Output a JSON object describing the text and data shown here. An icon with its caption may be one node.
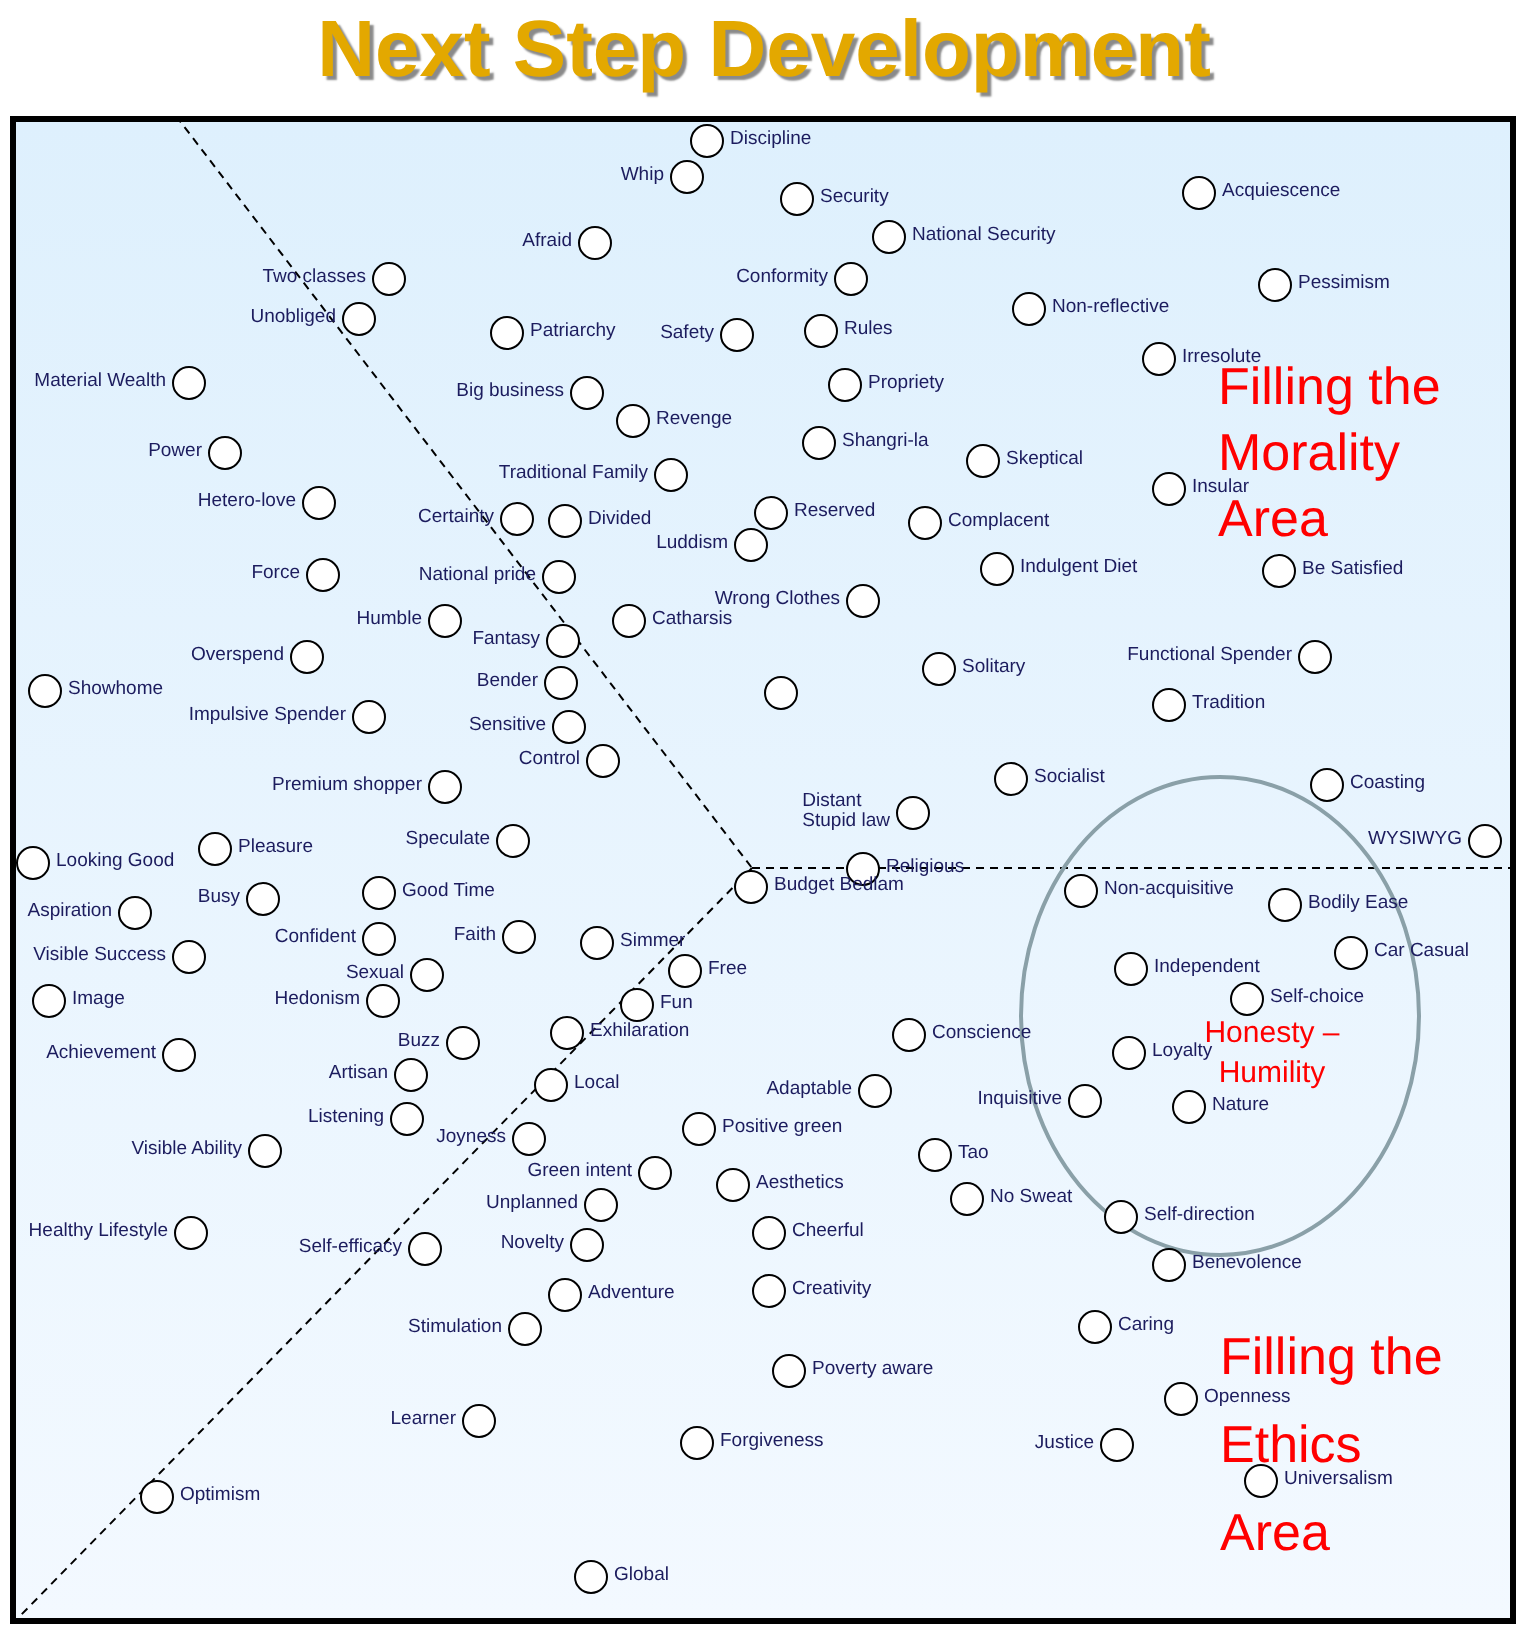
{
  "diagram": {
    "title": "Next Step Development",
    "nodes": [
      {
        "text": [
          "Honesty – Humility"
        ]
      },
      {
        "text": [],
        "shape": "circle",
        "beside": [
          "Discipline"
        ]
      },
      {
        "text": [],
        "shape": "circle",
        "beside": [
          "Whip"
        ]
      },
      {
        "text": [],
        "shape": "circle",
        "beside": [
          "Security"
        ]
      },
      {
        "text": [],
        "shape": "circle",
        "beside": [
          "Acquiescence"
        ]
      },
      {
        "text": [],
        "shape": "circle",
        "beside": [
          "National Security"
        ]
      },
      {
        "text": [],
        "shape": "circle",
        "beside": [
          "Two classes"
        ]
      },
      {
        "text": [],
        "shape": "circle",
        "beside": [
          "Afraid"
        ]
      },
      {
        "text": [],
        "shape": "circle",
        "beside": [
          "Conformity"
        ]
      },
      {
        "text": [],
        "shape": "circle",
        "beside": [
          "Pessimism"
        ]
      },
      {
        "text": [],
        "shape": "circle",
        "beside": [
          "Unobliged"
        ]
      },
      {
        "text": [],
        "shape": "circle",
        "beside": [
          "Patriarchy"
        ]
      },
      {
        "text": [],
        "shape": "circle",
        "beside": [
          "Safety"
        ]
      },
      {
        "text": [],
        "shape": "circle",
        "beside": [
          "Rules"
        ]
      },
      {
        "text": [],
        "shape": "circle",
        "beside": [
          "Non-reflective"
        ]
      },
      {
        "text": [],
        "shape": "circle",
        "beside": [
          "Irresolute"
        ]
      },
      {
        "text": [],
        "shape": "circle",
        "beside": [
          "Material Wealth"
        ]
      },
      {
        "text": [],
        "shape": "circle",
        "beside": [
          "Big business"
        ]
      },
      {
        "text": [],
        "shape": "circle",
        "beside": [
          "Propriety"
        ]
      },
      {
        "text": [],
        "shape": "circle",
        "beside": [
          "Revenge"
        ]
      },
      {
        "text": [],
        "shape": "circle",
        "beside": [
          "Shangri-la"
        ]
      },
      {
        "text": [],
        "shape": "circle",
        "beside": [
          "Skeptical"
        ]
      },
      {
        "text": [],
        "shape": "circle",
        "beside": [
          "Power"
        ]
      },
      {
        "text": [],
        "shape": "circle",
        "beside": [
          "Traditional Family"
        ]
      },
      {
        "text": [],
        "shape": "circle",
        "beside": [
          "Insular"
        ]
      },
      {
        "text": [],
        "shape": "circle",
        "beside": [
          "Hetero-love"
        ]
      },
      {
        "text": [],
        "shape": "circle",
        "beside": [
          "Certainty"
        ]
      },
      {
        "text": [],
        "shape": "circle",
        "beside": [
          "Divided"
        ]
      },
      {
        "text": [],
        "shape": "circle",
        "beside": [
          "Reserved"
        ]
      },
      {
        "text": [],
        "shape": "circle",
        "beside": [
          "Complacent"
        ]
      },
      {
        "text": [],
        "shape": "circle",
        "beside": [
          "Luddism"
        ]
      },
      {
        "text": [],
        "shape": "circle",
        "beside": [
          "Indulgent Diet"
        ]
      },
      {
        "text": [],
        "shape": "circle",
        "beside": [
          "Be Satisfied"
        ]
      },
      {
        "text": [],
        "shape": "circle",
        "beside": [
          "Force"
        ]
      },
      {
        "text": [],
        "shape": "circle",
        "beside": [
          "National pride"
        ]
      },
      {
        "text": [],
        "shape": "circle",
        "beside": [
          "Wrong Clothes"
        ]
      },
      {
        "text": [],
        "shape": "circle",
        "beside": [
          "Humble"
        ]
      },
      {
        "text": [],
        "shape": "circle",
        "beside": [
          "Catharsis"
        ]
      },
      {
        "text": [],
        "shape": "circle",
        "beside": [
          "Fantasy"
        ]
      },
      {
        "text": [],
        "shape": "circle",
        "beside": [
          "Overspend"
        ]
      },
      {
        "text": [],
        "shape": "circle",
        "beside": [
          "Solitary"
        ]
      },
      {
        "text": [],
        "shape": "circle",
        "beside": [
          "Functional Spender"
        ]
      },
      {
        "text": [],
        "shape": "circle",
        "beside": [
          "Showhome"
        ]
      },
      {
        "text": [],
        "shape": "circle"
      },
      {
        "text": [],
        "shape": "circle",
        "beside": [
          "Bender"
        ]
      },
      {
        "text": [],
        "shape": "circle",
        "beside": [
          "Tradition"
        ]
      },
      {
        "text": [],
        "shape": "circle",
        "beside": [
          "Impulsive Spender"
        ]
      },
      {
        "text": [],
        "shape": "circle",
        "beside": [
          "Sensitive"
        ]
      },
      {
        "text": [],
        "shape": "circle",
        "beside": [
          "Control"
        ]
      },
      {
        "text": [],
        "shape": "circle",
        "beside": [
          "Premium shopper"
        ]
      },
      {
        "text": [],
        "shape": "circle",
        "beside": [
          "Socialist"
        ]
      },
      {
        "text": [],
        "shape": "circle",
        "beside": [
          "Coasting"
        ]
      },
      {
        "text": [],
        "shape": "circle",
        "beside": [
          "Distant",
          "Stupid law"
        ]
      },
      {
        "text": [],
        "shape": "circle",
        "beside": [
          "WYSIWYG"
        ]
      },
      {
        "text": [],
        "shape": "circle",
        "beside": [
          "Speculate"
        ]
      },
      {
        "text": [],
        "shape": "circle",
        "beside": [
          "Looking Good"
        ]
      },
      {
        "text": [],
        "shape": "circle",
        "beside": [
          "Pleasure"
        ]
      },
      {
        "text": [],
        "shape": "circle",
        "beside": [
          "Religious"
        ]
      },
      {
        "text": [],
        "shape": "circle",
        "beside": [
          "Budget Bedlam"
        ]
      },
      {
        "text": [],
        "shape": "circle",
        "beside": [
          "Non-acquisitive"
        ],
        "in": 0
      },
      {
        "text": [],
        "shape": "circle",
        "beside": [
          "Good Time"
        ]
      },
      {
        "text": [],
        "shape": "circle",
        "beside": [
          "Bodily Ease"
        ],
        "in": 0
      },
      {
        "text": [],
        "shape": "circle",
        "beside": [
          "Busy"
        ]
      },
      {
        "text": [],
        "shape": "circle",
        "beside": [
          "Aspiration"
        ]
      },
      {
        "text": [],
        "shape": "circle",
        "beside": [
          "Confident"
        ]
      },
      {
        "text": [],
        "shape": "circle",
        "beside": [
          "Faith"
        ]
      },
      {
        "text": [],
        "shape": "circle",
        "beside": [
          "Simmer"
        ]
      },
      {
        "text": [],
        "shape": "circle",
        "beside": [
          "Visible Success"
        ]
      },
      {
        "text": [],
        "shape": "circle",
        "beside": [
          "Car Casual"
        ],
        "in": 0
      },
      {
        "text": [],
        "shape": "circle",
        "beside": [
          "Sexual"
        ]
      },
      {
        "text": [],
        "shape": "circle",
        "beside": [
          "Independent"
        ],
        "in": 0
      },
      {
        "text": [],
        "shape": "circle",
        "beside": [
          "Free"
        ]
      },
      {
        "text": [],
        "shape": "circle",
        "beside": [
          "Image"
        ]
      },
      {
        "text": [],
        "shape": "circle",
        "beside": [
          "Hedonism"
        ]
      },
      {
        "text": [],
        "shape": "circle",
        "beside": [
          "Fun"
        ]
      },
      {
        "text": [],
        "shape": "circle",
        "beside": [
          "Self-choice"
        ],
        "in": 0
      },
      {
        "text": [],
        "shape": "circle",
        "beside": [
          "Buzz"
        ]
      },
      {
        "text": [],
        "shape": "circle",
        "beside": [
          "Achievement"
        ]
      },
      {
        "text": [],
        "shape": "circle",
        "beside": [
          "Exhilaration"
        ]
      },
      {
        "text": [],
        "shape": "circle",
        "beside": [
          "Conscience"
        ]
      },
      {
        "text": [],
        "shape": "circle",
        "beside": [
          "Loyalty"
        ],
        "in": 0
      },
      {
        "text": [],
        "shape": "circle",
        "beside": [
          "Artisan"
        ]
      },
      {
        "text": [],
        "shape": "circle",
        "beside": [
          "Local"
        ]
      },
      {
        "text": [],
        "shape": "circle",
        "beside": [
          "Adaptable"
        ]
      },
      {
        "text": [],
        "shape": "circle",
        "beside": [
          "Inquisitive"
        ],
        "in": 0
      },
      {
        "text": [],
        "shape": "circle",
        "beside": [
          "Nature"
        ],
        "in": 0
      },
      {
        "text": [],
        "shape": "circle",
        "beside": [
          "Listening"
        ]
      },
      {
        "text": [],
        "shape": "circle",
        "beside": [
          "Positive green"
        ]
      },
      {
        "text": [],
        "shape": "circle",
        "beside": [
          "Joyness"
        ]
      },
      {
        "text": [],
        "shape": "circle",
        "beside": [
          "Visible Ability"
        ]
      },
      {
        "text": [],
        "shape": "circle",
        "beside": [
          "Tao"
        ]
      },
      {
        "text": [],
        "shape": "circle",
        "beside": [
          "Green intent"
        ]
      },
      {
        "text": [],
        "shape": "circle",
        "beside": [
          "Aesthetics"
        ]
      },
      {
        "text": [],
        "shape": "circle",
        "beside": [
          "No Sweat"
        ]
      },
      {
        "text": [],
        "shape": "circle",
        "beside": [
          "Unplanned"
        ]
      },
      {
        "text": [],
        "shape": "circle",
        "beside": [
          "Self-direction"
        ],
        "in": 0
      },
      {
        "text": [],
        "shape": "circle",
        "beside": [
          "Healthy Lifestyle"
        ]
      },
      {
        "text": [],
        "shape": "circle",
        "beside": [
          "Cheerful"
        ]
      },
      {
        "text": [],
        "shape": "circle",
        "beside": [
          "Self-efficacy"
        ]
      },
      {
        "text": [],
        "shape": "circle",
        "beside": [
          "Novelty"
        ]
      },
      {
        "text": [],
        "shape": "circle",
        "beside": [
          "Benevolence"
        ]
      },
      {
        "text": [],
        "shape": "circle",
        "beside": [
          "Adventure"
        ]
      },
      {
        "text": [],
        "shape": "circle",
        "beside": [
          "Creativity"
        ]
      },
      {
        "text": [],
        "shape": "circle",
        "beside": [
          "Stimulation"
        ]
      },
      {
        "text": [],
        "shape": "circle",
        "beside": [
          "Caring"
        ]
      },
      {
        "text": [],
        "shape": "circle",
        "beside": [
          "Poverty aware"
        ]
      },
      {
        "text": [],
        "shape": "circle",
        "beside": [
          "Openness"
        ]
      },
      {
        "text": [],
        "shape": "circle",
        "beside": [
          "Learner"
        ]
      },
      {
        "text": [],
        "shape": "circle",
        "beside": [
          "Forgiveness"
        ]
      },
      {
        "text": [],
        "shape": "circle",
        "beside": [
          "Justice"
        ]
      },
      {
        "text": [],
        "shape": "circle",
        "beside": [
          "Optimism"
        ]
      },
      {
        "text": [],
        "shape": "circle",
        "beside": [
          "Universalism"
        ]
      },
      {
        "text": [],
        "shape": "circle",
        "beside": [
          "Global"
        ]
      }
    ],
    "labels": [
      "Filling the Morality Area",
      "Filling the Ethics Area"
    ]
  }
}
